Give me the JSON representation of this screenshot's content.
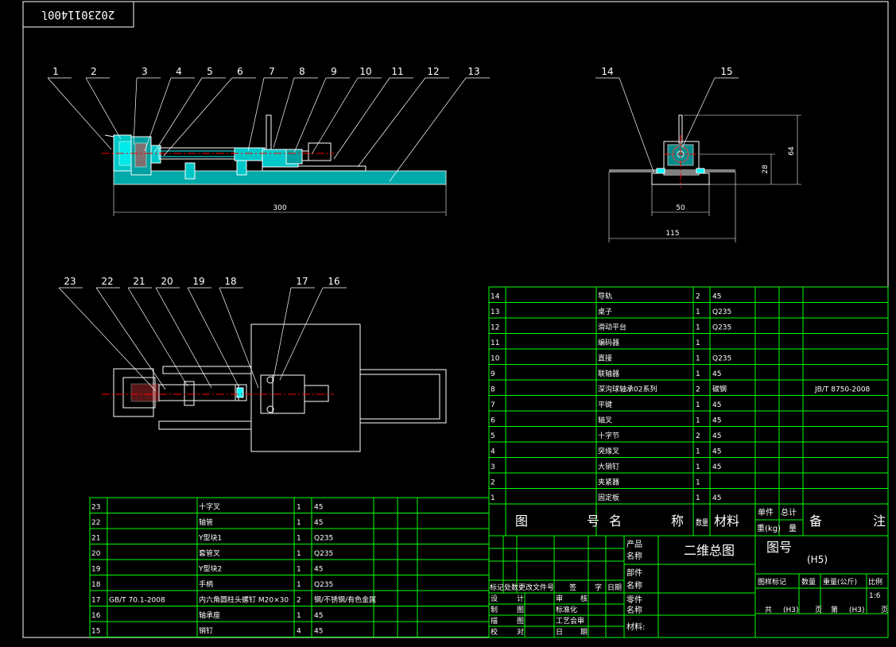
{
  "drawing_number": "2023011400l",
  "front_view_callouts": [
    "1",
    "2",
    "3",
    "4",
    "5",
    "6",
    "7",
    "8",
    "9",
    "10",
    "11",
    "12",
    "13"
  ],
  "side_view_callouts": [
    "14",
    "15"
  ],
  "top_view_callouts": [
    "23",
    "22",
    "21",
    "20",
    "19",
    "18",
    "17",
    "16"
  ],
  "dimensions": {
    "length": "300",
    "height_total": "64",
    "height_axis": "28",
    "base_width": "50",
    "overall_width": "115"
  },
  "parts_upper": [
    {
      "no": "14",
      "code": "",
      "name": "导轨",
      "qty": "2",
      "material": "45",
      "note": ""
    },
    {
      "no": "13",
      "code": "",
      "name": "桌子",
      "qty": "1",
      "material": "Q235",
      "note": ""
    },
    {
      "no": "12",
      "code": "",
      "name": "滑动平台",
      "qty": "1",
      "material": "Q235",
      "note": ""
    },
    {
      "no": "11",
      "code": "",
      "name": "编码器",
      "qty": "1",
      "material": "",
      "note": ""
    },
    {
      "no": "10",
      "code": "",
      "name": "直接",
      "qty": "1",
      "material": "Q235",
      "note": ""
    },
    {
      "no": "9",
      "code": "",
      "name": "联轴器",
      "qty": "1",
      "material": "45",
      "note": ""
    },
    {
      "no": "8",
      "code": "",
      "name": "深沟球轴承02系列",
      "qty": "2",
      "material": "碳钢",
      "note": "JB/T 8750-2008"
    },
    {
      "no": "7",
      "code": "",
      "name": "平键",
      "qty": "1",
      "material": "45",
      "note": ""
    },
    {
      "no": "6",
      "code": "",
      "name": "轴叉",
      "qty": "1",
      "material": "45",
      "note": ""
    },
    {
      "no": "5",
      "code": "",
      "name": "十字节",
      "qty": "2",
      "material": "45",
      "note": ""
    },
    {
      "no": "4",
      "code": "",
      "name": "突缘叉",
      "qty": "1",
      "material": "45",
      "note": ""
    },
    {
      "no": "3",
      "code": "",
      "name": "大销钉",
      "qty": "1",
      "material": "45",
      "note": ""
    },
    {
      "no": "2",
      "code": "",
      "name": "夹紧器",
      "qty": "1",
      "material": "",
      "note": ""
    },
    {
      "no": "1",
      "code": "",
      "name": "固定板",
      "qty": "1",
      "material": "45",
      "note": ""
    }
  ],
  "parts_lower": [
    {
      "no": "23",
      "code": "",
      "name": "十字叉",
      "qty": "1",
      "material": "45"
    },
    {
      "no": "22",
      "code": "",
      "name": "轴管",
      "qty": "1",
      "material": "45"
    },
    {
      "no": "21",
      "code": "",
      "name": "Y型块1",
      "qty": "1",
      "material": "Q235"
    },
    {
      "no": "20",
      "code": "",
      "name": "套管叉",
      "qty": "1",
      "material": "Q235"
    },
    {
      "no": "19",
      "code": "",
      "name": "Y型块2",
      "qty": "1",
      "material": "45"
    },
    {
      "no": "18",
      "code": "",
      "name": "手柄",
      "qty": "1",
      "material": "Q235"
    },
    {
      "no": "17",
      "code": "GB/T 70.1-2008",
      "name": "内六角圆柱头螺钉 M20×30",
      "qty": "2",
      "material": "钢/不锈钢/有色金属"
    },
    {
      "no": "16",
      "code": "",
      "name": "轴承座",
      "qty": "1",
      "material": "45"
    },
    {
      "no": "15",
      "code": "",
      "name": "销钉",
      "qty": "4",
      "material": "45"
    }
  ],
  "header": {
    "tu": "图",
    "hao": "号",
    "ming": "名",
    "cheng": "称",
    "shuliang": "数量",
    "cailiao": "材料",
    "danjian": "单件",
    "zongji": "总计",
    "zhong": "重(kg)",
    "liang": "量",
    "bei": "备",
    "zhu": "注"
  },
  "title_block": {
    "product_name_label1": "产品",
    "product_name_label2": "名称",
    "drawing_title": "二维总图",
    "tuhao_label": "图号",
    "tuhao_value": "(H5)",
    "part_label1": "部件",
    "part_label2": "名称",
    "component_label1": "零件",
    "component_label2": "名称",
    "material_label": "材料:",
    "rev_headers": [
      "标记",
      "处数",
      "更改文件号",
      "签",
      "字",
      "日期"
    ],
    "sig_left": [
      "设",
      "计",
      "制",
      "图",
      "描",
      "图",
      "校",
      "对"
    ],
    "sig_mid": [
      "审",
      "核",
      "标准化",
      "工艺会审",
      "日",
      "期"
    ],
    "doc_headers": [
      "图样标记",
      "数量",
      "重量(公斤)",
      "比例"
    ],
    "scale": "1:6",
    "total_label": "共",
    "total_val": "(H3)",
    "page_label": "页",
    "sheet_label": "第",
    "sheet_val": "(H3)",
    "page_label2": "页"
  },
  "colors": {
    "frame": "#ffffff",
    "table": "#00ff00",
    "part": "#ffffff",
    "section": "#00ffff",
    "center": "#ff0000",
    "callout": "#ffffff"
  }
}
